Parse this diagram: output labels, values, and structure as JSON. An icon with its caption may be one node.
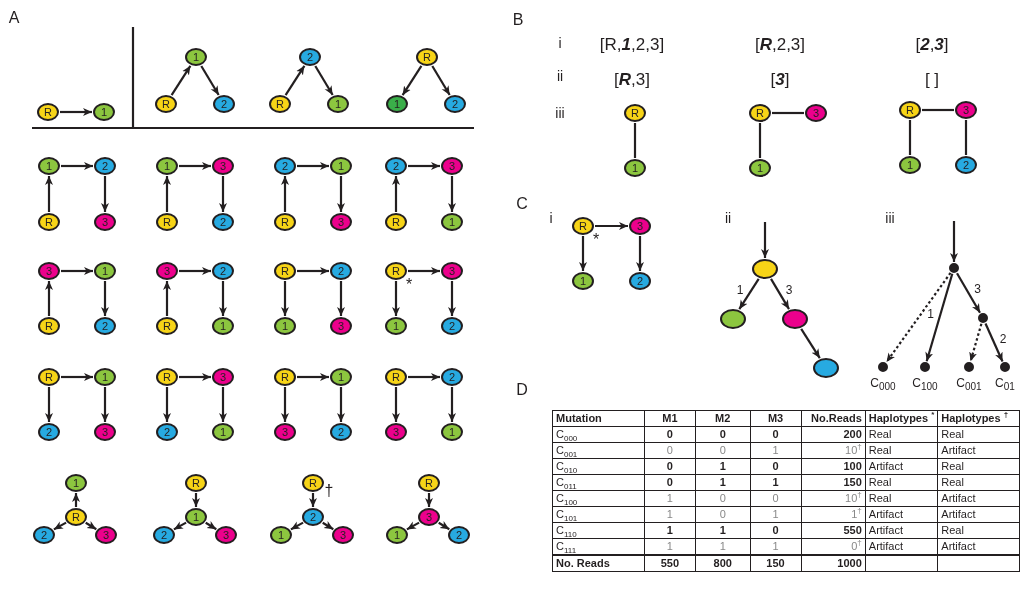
{
  "diagram": {
    "nodes": [
      {
        "text": [
          "R"
        ]
      },
      {
        "text": [
          "1"
        ]
      },
      {
        "text": [
          "1"
        ]
      },
      {
        "text": [
          "R"
        ]
      },
      {
        "text": [
          "2"
        ]
      },
      {
        "text": [
          "2"
        ]
      },
      {
        "text": [
          "R"
        ]
      },
      {
        "text": [
          "1"
        ]
      },
      {
        "text": [
          "R"
        ]
      },
      {
        "text": [
          "1"
        ]
      },
      {
        "text": [
          "2"
        ]
      },
      {
        "text": [
          "1"
        ]
      },
      {
        "text": [
          "2"
        ]
      },
      {
        "text": [
          "R"
        ]
      },
      {
        "text": [
          "3"
        ]
      },
      {
        "text": [
          "1"
        ]
      },
      {
        "text": [
          "3"
        ]
      },
      {
        "text": [
          "R"
        ]
      },
      {
        "text": [
          "2"
        ]
      },
      {
        "text": [
          "2"
        ]
      },
      {
        "text": [
          "1"
        ]
      },
      {
        "text": [
          "R"
        ]
      },
      {
        "text": [
          "3"
        ]
      },
      {
        "text": [
          "2"
        ]
      },
      {
        "text": [
          "3"
        ]
      },
      {
        "text": [
          "R"
        ]
      },
      {
        "text": [
          "1"
        ]
      },
      {
        "text": [
          "3"
        ]
      },
      {
        "text": [
          "1"
        ]
      },
      {
        "text": [
          "R"
        ]
      },
      {
        "text": [
          "2"
        ]
      },
      {
        "text": [
          "3"
        ]
      },
      {
        "text": [
          "2"
        ]
      },
      {
        "text": [
          "R"
        ]
      },
      {
        "text": [
          "1"
        ]
      },
      {
        "text": [
          "R"
        ]
      },
      {
        "text": [
          "2"
        ]
      },
      {
        "text": [
          "1"
        ]
      },
      {
        "text": [
          "3"
        ]
      },
      {
        "text": [
          "R"
        ],
        "beside": [
          "*"
        ]
      },
      {
        "text": [
          "3"
        ]
      },
      {
        "text": [
          "1"
        ]
      },
      {
        "text": [
          "2"
        ]
      },
      {
        "text": [
          "R"
        ]
      },
      {
        "text": [
          "1"
        ]
      },
      {
        "text": [
          "2"
        ]
      },
      {
        "text": [
          "3"
        ]
      },
      {
        "text": [
          "R"
        ]
      },
      {
        "text": [
          "3"
        ]
      },
      {
        "text": [
          "2"
        ]
      },
      {
        "text": [
          "1"
        ]
      },
      {
        "text": [
          "R"
        ]
      },
      {
        "text": [
          "1"
        ]
      },
      {
        "text": [
          "3"
        ]
      },
      {
        "text": [
          "2"
        ]
      },
      {
        "text": [
          "R"
        ]
      },
      {
        "text": [
          "2"
        ]
      },
      {
        "text": [
          "3"
        ]
      },
      {
        "text": [
          "1"
        ]
      },
      {
        "text": [
          "1"
        ]
      },
      {
        "text": [
          "R"
        ]
      },
      {
        "text": [
          "2"
        ]
      },
      {
        "text": [
          "3"
        ]
      },
      {
        "text": [
          "R"
        ]
      },
      {
        "text": [
          "1"
        ]
      },
      {
        "text": [
          "2"
        ]
      },
      {
        "text": [
          "3"
        ]
      },
      {
        "text": [
          "R"
        ],
        "beside": [
          "†"
        ]
      },
      {
        "text": [
          "2"
        ]
      },
      {
        "text": [
          "1"
        ]
      },
      {
        "text": [
          "3"
        ]
      },
      {
        "text": [
          "R"
        ]
      },
      {
        "text": [
          "3"
        ]
      },
      {
        "text": [
          "1"
        ]
      },
      {
        "text": [
          "2"
        ]
      },
      {
        "text": [
          "R"
        ]
      },
      {
        "text": [
          "1"
        ]
      },
      {
        "text": [
          "R"
        ]
      },
      {
        "text": [
          "3"
        ]
      },
      {
        "text": [
          "1"
        ]
      },
      {
        "text": [
          "R"
        ]
      },
      {
        "text": [
          "3"
        ]
      },
      {
        "text": [
          "1"
        ]
      },
      {
        "text": [
          "2"
        ]
      },
      {
        "text": [
          "R"
        ],
        "beside": [
          "*"
        ]
      },
      {
        "text": [
          "3"
        ]
      },
      {
        "text": [
          "1"
        ]
      },
      {
        "text": [
          "2"
        ]
      },
      {
        "text": [],
        "shape": "circle"
      },
      {
        "text": [],
        "shape": "circle"
      },
      {
        "text": [],
        "shape": "circle"
      },
      {
        "text": [],
        "shape": "circle"
      },
      {
        "text": [],
        "shape": "circle"
      },
      {
        "text": [],
        "shape": "circle"
      },
      {
        "text": [],
        "shape": "circle",
        "beside": [
          "C$_{000}$"
        ]
      },
      {
        "text": [],
        "shape": "circle",
        "beside": [
          "C$_{100}$"
        ]
      },
      {
        "text": [],
        "shape": "circle",
        "beside": [
          "C$_{001}$"
        ]
      },
      {
        "text": [],
        "shape": "circle",
        "beside": [
          "C$_{01}$"
        ]
      }
    ],
    "edges": [
      {
        "from": 0,
        "to": 1,
        "arrow": "to"
      },
      {
        "from": 3,
        "to": 2,
        "arrow": "to"
      },
      {
        "from": 2,
        "to": 4,
        "arrow": "to"
      },
      {
        "from": 6,
        "to": 5,
        "arrow": "to"
      },
      {
        "from": 5,
        "to": 7,
        "arrow": "to"
      },
      {
        "from": 8,
        "to": 9,
        "arrow": "to"
      },
      {
        "from": 8,
        "to": 10,
        "arrow": "to"
      },
      {
        "from": 13,
        "to": 11,
        "arrow": "to"
      },
      {
        "from": 11,
        "to": 12,
        "arrow": "to"
      },
      {
        "from": 12,
        "to": 14,
        "arrow": "to"
      },
      {
        "from": 17,
        "to": 15,
        "arrow": "to"
      },
      {
        "from": 15,
        "to": 16,
        "arrow": "to"
      },
      {
        "from": 16,
        "to": 18,
        "arrow": "to"
      },
      {
        "from": 21,
        "to": 19,
        "arrow": "to"
      },
      {
        "from": 19,
        "to": 20,
        "arrow": "to"
      },
      {
        "from": 20,
        "to": 22,
        "arrow": "to"
      },
      {
        "from": 25,
        "to": 23,
        "arrow": "to"
      },
      {
        "from": 23,
        "to": 24,
        "arrow": "to"
      },
      {
        "from": 24,
        "to": 26,
        "arrow": "to"
      },
      {
        "from": 29,
        "to": 27,
        "arrow": "to"
      },
      {
        "from": 27,
        "to": 28,
        "arrow": "to"
      },
      {
        "from": 28,
        "to": 30,
        "arrow": "to"
      },
      {
        "from": 33,
        "to": 31,
        "arrow": "to"
      },
      {
        "from": 31,
        "to": 32,
        "arrow": "to"
      },
      {
        "from": 32,
        "to": 34,
        "arrow": "to"
      },
      {
        "from": 35,
        "to": 36,
        "arrow": "to"
      },
      {
        "from": 35,
        "to": 37,
        "arrow": "to"
      },
      {
        "from": 36,
        "to": 38,
        "arrow": "to"
      },
      {
        "from": 39,
        "to": 40,
        "arrow": "to"
      },
      {
        "from": 39,
        "to": 41,
        "arrow": "to"
      },
      {
        "from": 40,
        "to": 42,
        "arrow": "to"
      },
      {
        "from": 43,
        "to": 44,
        "arrow": "to"
      },
      {
        "from": 43,
        "to": 45,
        "arrow": "to"
      },
      {
        "from": 44,
        "to": 46,
        "arrow": "to"
      },
      {
        "from": 47,
        "to": 48,
        "arrow": "to"
      },
      {
        "from": 47,
        "to": 49,
        "arrow": "to"
      },
      {
        "from": 48,
        "to": 50,
        "arrow": "to"
      },
      {
        "from": 51,
        "to": 52,
        "arrow": "to"
      },
      {
        "from": 51,
        "to": 53,
        "arrow": "to"
      },
      {
        "from": 52,
        "to": 54,
        "arrow": "to"
      },
      {
        "from": 55,
        "to": 56,
        "arrow": "to"
      },
      {
        "from": 55,
        "to": 57,
        "arrow": "to"
      },
      {
        "from": 56,
        "to": 58,
        "arrow": "to"
      },
      {
        "from": 60,
        "to": 59,
        "arrow": "to"
      },
      {
        "from": 60,
        "to": 61,
        "arrow": "to"
      },
      {
        "from": 60,
        "to": 62,
        "arrow": "to"
      },
      {
        "from": 63,
        "to": 64,
        "arrow": "to"
      },
      {
        "from": 64,
        "to": 65,
        "arrow": "to"
      },
      {
        "from": 64,
        "to": 66,
        "arrow": "to"
      },
      {
        "from": 67,
        "to": 68,
        "arrow": "to"
      },
      {
        "from": 68,
        "to": 69,
        "arrow": "to"
      },
      {
        "from": 68,
        "to": 70,
        "arrow": "to"
      },
      {
        "from": 71,
        "to": 72,
        "arrow": "to"
      },
      {
        "from": 72,
        "to": 73,
        "arrow": "to"
      },
      {
        "from": 72,
        "to": 74,
        "arrow": "to"
      },
      {
        "from": 75,
        "to": 76,
        "arrow": "none"
      },
      {
        "from": 77,
        "to": 78,
        "arrow": "none"
      },
      {
        "from": 77,
        "to": 79,
        "arrow": "none"
      },
      {
        "from": 80,
        "to": 81,
        "arrow": "none"
      },
      {
        "from": 80,
        "to": 82,
        "arrow": "none"
      },
      {
        "from": 81,
        "to": 83,
        "arrow": "none"
      },
      {
        "from": 84,
        "to": 85,
        "arrow": "to"
      },
      {
        "from": 84,
        "to": 86,
        "arrow": "to"
      },
      {
        "from": 85,
        "to": 87,
        "arrow": "to"
      },
      {
        "from": null,
        "to": 88,
        "arrow": "to"
      },
      {
        "from": 88,
        "to": 89,
        "arrow": "to",
        "label": "1"
      },
      {
        "from": 88,
        "to": 90,
        "arrow": "to",
        "label": "3"
      },
      {
        "from": 90,
        "to": 91,
        "arrow": "to"
      },
      {
        "from": null,
        "to": 92,
        "arrow": "to"
      },
      {
        "from": 92,
        "to": 94,
        "arrow": "to",
        "style": "dashed"
      },
      {
        "from": 92,
        "to": 95,
        "arrow": "to",
        "label": "1"
      },
      {
        "from": 92,
        "to": 93,
        "arrow": "to",
        "label": "3"
      },
      {
        "from": 93,
        "to": 96,
        "arrow": "to",
        "style": "dashed"
      },
      {
        "from": 93,
        "to": 97,
        "arrow": "to",
        "label": "2"
      }
    ],
    "labels": [
      "A",
      "B",
      "i",
      "[R,**1**,2,3]",
      "[**R**,2,3]",
      "[**2**,**3**]",
      "ii",
      "[**R**,3]",
      "[**3**]",
      "[ ]",
      "iii",
      "C",
      "i",
      "ii",
      "iii",
      "D",
      "Mutation",
      "M1",
      "M2",
      "M3",
      "No.Reads",
      "Haplotypes $^{*}$",
      "Haplotypes $^{†}$",
      "C$_{000}$",
      "0",
      "0",
      "0",
      "200",
      "Real",
      "Real",
      "C$_{001}$",
      "0",
      "0",
      "1",
      "10$^{†}$",
      "Real",
      "Artifact",
      "C$_{010}$",
      "0",
      "1",
      "0",
      "100",
      "Artifact",
      "Real",
      "C$_{011}$",
      "0",
      "1",
      "1",
      "150",
      "Real",
      "Real",
      "C$_{100}$",
      "1",
      "0",
      "0",
      "10$^{†}$",
      "Real",
      "Artifact",
      "C$_{101}$",
      "1",
      "0",
      "1",
      "1$^{†}$",
      "Artifact",
      "Artifact",
      "C$_{110}$",
      "1",
      "1",
      "0",
      "550",
      "Artifact",
      "Real",
      "C$_{111}$",
      "1",
      "1",
      "1",
      "0$^{†}$",
      "Artifact",
      "Artifact",
      "No. Reads",
      "550",
      "800",
      "150",
      "1000"
    ]
  }
}
